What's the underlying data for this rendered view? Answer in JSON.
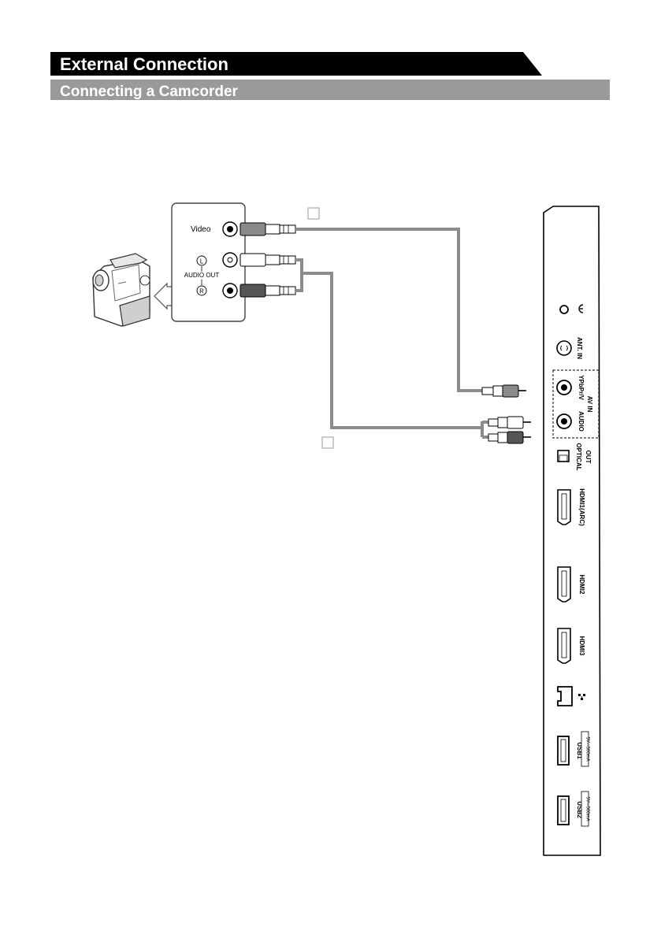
{
  "header": {
    "section_title": "External Connection",
    "subsection_title": "Connecting a Camcorder",
    "header_bg": "#000000",
    "subheader_bg": "#9a9a9a"
  },
  "camcorder_panel": {
    "video_label": "Video",
    "audio_left_label": "L",
    "audio_out_label": "AUDIO OUT",
    "audio_right_label": "R"
  },
  "cable_color": "#8c8c8c",
  "tv_panel": {
    "ports": [
      {
        "id": "headphone",
        "label": "",
        "icon": "headphone-icon"
      },
      {
        "id": "ant-in",
        "label": "ANT. IN",
        "icon": "antenna-jack-icon"
      },
      {
        "id": "ypbpr-v",
        "label": "YPbPr/V",
        "icon": "rca-jack-icon"
      },
      {
        "id": "av-in",
        "label": "AV IN",
        "icon": ""
      },
      {
        "id": "audio",
        "label": "AUDIO",
        "icon": "rca-jack-icon"
      },
      {
        "id": "optical-out",
        "label1": "OPTICAL",
        "label2": "OUT",
        "icon": "optical-port-icon"
      },
      {
        "id": "hdmi1",
        "label": "HDMI1(ARC)",
        "icon": "hdmi-port-icon"
      },
      {
        "id": "hdmi2",
        "label": "HDMI2",
        "icon": "hdmi-port-icon"
      },
      {
        "id": "hdmi3",
        "label": "HDMI3",
        "icon": "hdmi-port-icon"
      },
      {
        "id": "lan",
        "label": "",
        "icon": "network-icon"
      },
      {
        "id": "usb1",
        "label": "USB1",
        "sub": "5V⎓500mA",
        "icon": "usb-port-icon"
      },
      {
        "id": "usb2",
        "label": "USB2",
        "sub": "5V⎓500mA",
        "icon": "usb-port-icon"
      }
    ]
  }
}
